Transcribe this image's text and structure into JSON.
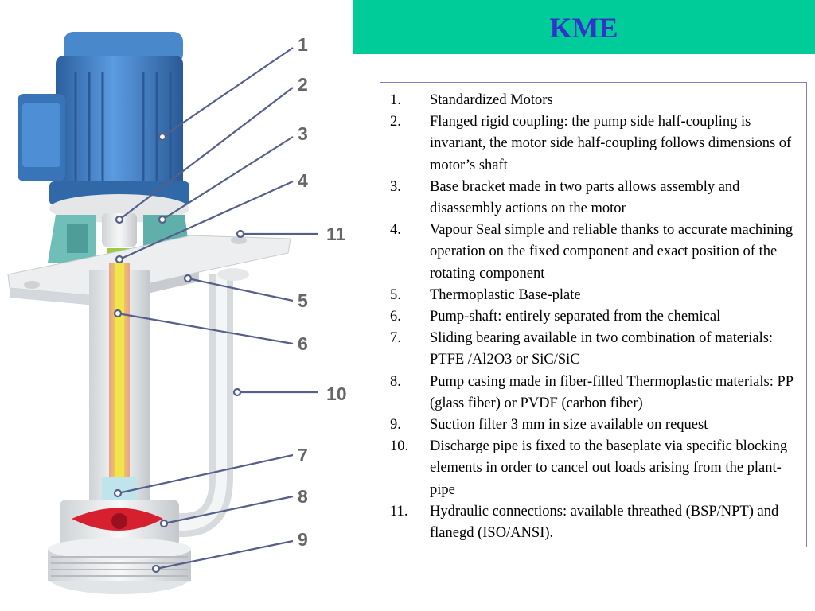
{
  "title": "KME",
  "colors": {
    "title_bar": "#00cc99",
    "title_text": "#3333cc",
    "motor_blue": "#3f7fc8",
    "impeller_red": "#d62030"
  },
  "callout_numbers": [
    "1",
    "2",
    "3",
    "4",
    "11",
    "5",
    "6",
    "10",
    "7",
    "8",
    "9"
  ],
  "items": [
    {
      "num": "1.",
      "text": "Standardized Motors"
    },
    {
      "num": "2.",
      "text": "Flanged rigid coupling: the pump side half-coupling is invariant, the motor side half-coupling follows dimensions of motor’s shaft"
    },
    {
      "num": "3.",
      "text": "Base bracket made in two parts allows assembly and disassembly actions on the motor"
    },
    {
      "num": "4.",
      "text": "Vapour Seal simple and reliable thanks to accurate machining operation on the fixed component and exact position of the rotating component"
    },
    {
      "num": "5.",
      "text": "Thermoplastic Base-plate"
    },
    {
      "num": "6.",
      "text": "Pump-shaft: entirely separated from the chemical"
    },
    {
      "num": "7.",
      "text": "Sliding bearing available in two combination of materials: PTFE /Al2O3 or SiC/SiC"
    },
    {
      "num": "8.",
      "text": "Pump casing made in fiber-filled Thermoplastic materials: PP (glass fiber) or PVDF (carbon fiber)"
    },
    {
      "num": "9.",
      "text": "Suction filter 3 mm in size available on request"
    },
    {
      "num": "10.",
      "text": "Discharge pipe is fixed to the baseplate via specific blocking elements in order to cancel out loads arising from the plant-pipe"
    },
    {
      "num": "11.",
      "text": "Hydraulic connections: available threathed (BSP/NPT) and flanegd (ISO/ANSI)."
    }
  ]
}
